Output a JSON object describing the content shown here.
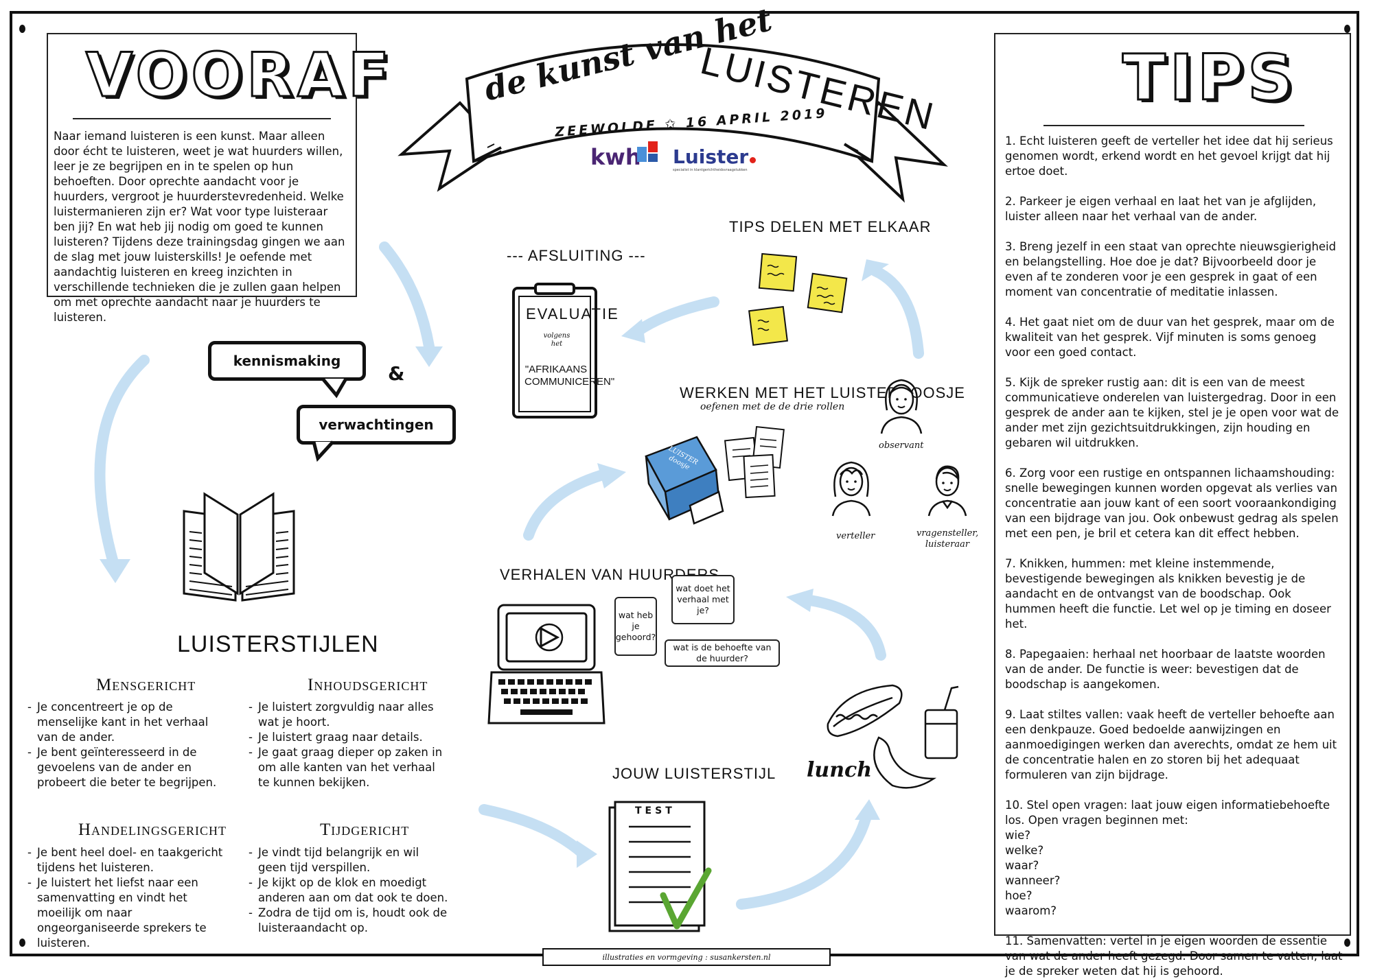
{
  "banner": {
    "title_script": "de kunst van het",
    "title_caps": "LUISTEREN",
    "subtitle": "ZEEWOLDE ✩ 16 APRIL 2019",
    "logo_kwh": "kwh",
    "logo_luister": "Luister",
    "logo_luister_sub": "specialist in klantgerichtheidsvraagstukken"
  },
  "vooraf": {
    "title": "VOORAF",
    "text": "Naar iemand luisteren is een kunst. Maar alleen door écht te luisteren, weet je wat huurders willen, leer je ze begrijpen en in te spelen op hun behoeften. Door oprechte aandacht voor je huurders, vergroot je huurderstevredenheid. Welke luistermanieren zijn er? Wat voor type luisteraar ben jij? En wat heb jij nodig om goed te kunnen luisteren? Tijdens deze trainingsdag gingen we aan de slag met jouw luisterskills! Je oefende met aandachtig luisteren en kreeg inzichten in verschillende technieken die je zullen gaan helpen om met oprechte aandacht naar je huurders te luisteren."
  },
  "kennismaking": {
    "bubble1": "kennismaking",
    "amp": "&",
    "bubble2": "verwachtingen"
  },
  "luisterstijlen": {
    "title": "LUISTERSTIJLEN",
    "styles": [
      {
        "name": "Mensgericht",
        "items": [
          "Je concentreert je op de menselijke kant in het verhaal van de ander.",
          "Je bent geïnteresseerd in de gevoelens van de ander en probeert die beter te begrijpen."
        ]
      },
      {
        "name": "Inhoudsgericht",
        "items": [
          "Je luistert zorgvuldig naar alles wat je hoort.",
          "Je luistert graag naar details.",
          "Je gaat graag dieper op zaken in om alle kanten van het verhaal te kunnen bekijken."
        ]
      },
      {
        "name": "Handelingsgericht",
        "items": [
          "Je bent heel doel- en taakgericht tijdens het luisteren.",
          "Je luistert het liefst naar een samenvatting en vindt het moeilijk om naar ongeorganiseerde sprekers te luisteren."
        ]
      },
      {
        "name": "Tijdgericht",
        "items": [
          "Je vindt tijd belangrijk en wil geen tijd verspillen.",
          "Je kijkt op de klok en moedigt anderen aan om dat ook te doen.",
          "Zodra de tijd om is, houdt ook de luisteraandacht op."
        ]
      }
    ]
  },
  "afsluiting": {
    "title": "--- AFSLUITING ---",
    "clipboard_title": "EVALUATIE",
    "clipboard_sub": "volgens het",
    "clipboard_quote": "\"AFRIKAANS COMMUNICEREN\""
  },
  "tips_delen": {
    "title": "TIPS DELEN MET ELKAAR"
  },
  "luisterdoosje": {
    "title": "WERKEN MET HET LUISTERDOOSJE",
    "subtitle": "oefenen met de de drie rollen",
    "box_label": "LUISTER doosje",
    "roles": [
      "observant",
      "verteller",
      "vragensteller, luisteraar"
    ]
  },
  "verhalen": {
    "title": "VERHALEN VAN HUURDERS",
    "questions": [
      "wat heb je gehoord?",
      "wat doet het verhaal met je?",
      "wat is de behoefte van de huurder?"
    ]
  },
  "lunch": {
    "label": "lunch"
  },
  "jouw_stijl": {
    "title": "JOUW LUISTERSTIJL",
    "test_label": "TEST"
  },
  "tips": {
    "title": "TIPS",
    "items": [
      "1. Echt luisteren geeft de verteller het idee dat hij serieus genomen wordt, erkend wordt en het gevoel krijgt dat hij ertoe doet.",
      "2. Parkeer je eigen verhaal en laat het van je afglijden, luister alleen naar het verhaal van de ander.",
      "3. Breng jezelf in een staat van oprechte nieuwsgierigheid en belangstelling. Hoe doe je dat? Bijvoorbeeld door je even af te zonderen voor je een gesprek in gaat of een moment van concentratie of meditatie inlassen.",
      "4. Het gaat niet om de duur van het gesprek, maar om de kwaliteit van het gesprek. Vijf minuten is soms genoeg voor een goed contact.",
      "5. Kijk de spreker rustig aan: dit is een van de meest communicatieve onderelen van luistergedrag. Door in een gesprek de ander aan te kijken, stel je je open voor wat de ander met zijn gezichtsuitdrukkingen, zijn houding en gebaren wil uitdrukken.",
      "6. Zorg voor een rustige en ontspannen lichaamshouding: snelle bewegingen kunnen worden opgevat als verlies van concentratie aan jouw kant of een soort vooraankondiging van een bijdrage van jou. Ook onbewust gedrag als spelen met een pen, je bril et cetera kan dit effect hebben.",
      "7. Knikken, hummen: met kleine instemmende, bevestigende bewegingen als knikken bevestig je de aandacht en de ontvangst van de boodschap. Ook hummen heeft die functie. Let wel op je timing en doseer het.",
      "8. Papegaaien: herhaal net hoorbaar de laatste woorden van de ander. De functie is weer: bevestigen dat de boodschap is aangekomen.",
      "9. Laat stiltes vallen: vaak heeft de verteller behoefte aan een denkpauze. Goed bedoelde aanwijzingen en aanmoedigingen werken dan averechts, omdat ze hem uit de concentratie halen en zo storen bij het adequaat formuleren van zijn bijdrage.",
      "10. Stel open vragen: laat jouw eigen informatiebehoefte los. Open vragen beginnen met:",
      "11. Samenvatten: vertel in je eigen woorden de essentie van wat de ander heeft gezegd. Door samen te vatten, laat je de spreker weten dat hij is gehoord."
    ],
    "open_questions": [
      "wie?",
      "welke?",
      "waar?",
      "wanneer?",
      "hoe?",
      "waarom?"
    ]
  },
  "footer": {
    "credit": "illustraties en vormgeving : susankersten.nl"
  },
  "colors": {
    "arrow": "#c5dff3",
    "sticky": "#f3e74a",
    "check": "#5aa632",
    "box_blue": "#5a9bd8",
    "kwh_purple": "#4a2573",
    "luister_red": "#e2231a"
  }
}
